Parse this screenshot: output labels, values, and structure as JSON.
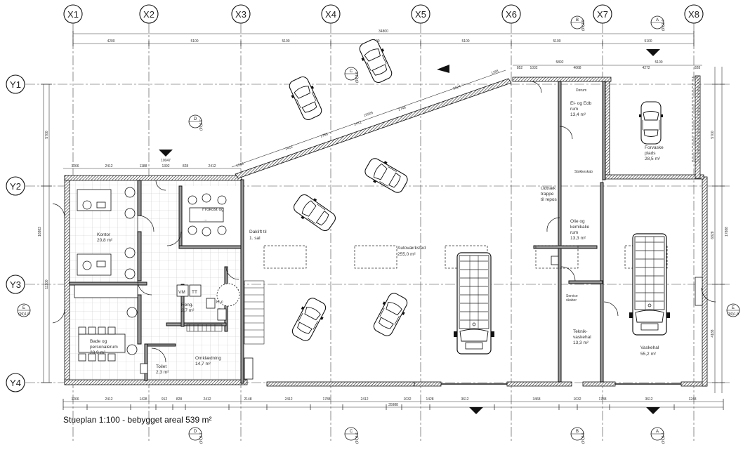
{
  "grid": {
    "x_labels": [
      "X1",
      "X2",
      "X3",
      "X4",
      "X5",
      "X6",
      "X7",
      "X8"
    ],
    "y_labels": [
      "Y1",
      "Y2",
      "Y3",
      "Y4"
    ]
  },
  "dimensions": {
    "top_total": "34800",
    "top_segments": [
      "4200",
      "5100",
      "5100",
      "5100",
      "5100",
      "5100",
      "5100"
    ],
    "bottom_total": "35988",
    "bottom_segments": [
      "1266",
      "2412",
      "1428",
      "912",
      "828",
      "2412",
      "2148",
      "2412",
      "1788",
      "2412",
      "1032",
      "1428",
      "3612",
      "3468",
      "1032",
      "1788",
      "3612",
      "1248"
    ],
    "left_total": "16883",
    "left_segments": [
      "5700",
      "11100"
    ],
    "right_total": "17888",
    "right_segments": [
      "5700",
      "6828",
      "4188"
    ],
    "upper_segments": [
      "1266",
      "2412",
      "1188",
      "1392",
      "828",
      "2412"
    ],
    "diag_segments": [
      "1248",
      "2412",
      "1788",
      "2412",
      "15905",
      "2748",
      "3624",
      "1188"
    ],
    "upper_right_segments": [
      "852",
      "1032",
      "5892",
      "4068",
      "4272",
      "5100",
      "828"
    ],
    "level_mark": "10047"
  },
  "rooms": {
    "kontor": {
      "name": "Kontor",
      "area": "20,8 m²"
    },
    "frokost": {
      "name": "Frokost og",
      "area": "..."
    },
    "daklift": {
      "name": "Daklift til",
      "sub": "1. sal"
    },
    "autov": {
      "name": "Autoværksted",
      "area": "255,0 m²"
    },
    "elrum": {
      "name": "El- og Edb",
      "sub": "rum",
      "area": "13,4 m²"
    },
    "forvask": {
      "name": "Forvaske",
      "sub": "plads",
      "area": "28,5 m²"
    },
    "udtraek": {
      "name": "Udtræk",
      "sub": "trappe",
      "sub2": "til repos"
    },
    "olie": {
      "name": "Olie og",
      "sub": "kemikalie",
      "sub2": "rum",
      "area": "13,3 m²"
    },
    "vm": "VM",
    "tt": "TT",
    "reng": {
      "name": "Reng.",
      "area": "2,7 m²"
    },
    "hc": {
      "name": "H.c",
      "area": "..."
    },
    "bade": {
      "name": "Bade og",
      "sub": "personalerum",
      "area": "28,9 m²"
    },
    "toilet": {
      "name": "Toilet",
      "area": "2,3 m²"
    },
    "omkl": {
      "name": "Omklædning",
      "area": "14,7 m²"
    },
    "teknik": {
      "name": "Teknik-",
      "sub": "vaskehal",
      "area": "13,3 m²"
    },
    "vaskehal": {
      "name": "Vaskehal",
      "area": "55,2 m²"
    },
    "service": {
      "name": "Service",
      "sub": "skaber"
    },
    "stok": "Stokkeskab",
    "door": "Dørum"
  },
  "sections": {
    "A": {
      "letter": "A",
      "ref": "(99)1.4"
    },
    "B": {
      "letter": "B",
      "ref": "(99)1.5"
    },
    "C": {
      "letter": "C",
      "ref": "(99)1.6"
    },
    "D": {
      "letter": "D",
      "ref": "(99)1.7"
    },
    "E": {
      "letter": "E",
      "ref": "(99)1.8"
    },
    "E2": {
      "letter": "E",
      "ref": "(99)1.8"
    }
  },
  "caption": "Stueplan 1:100 - bebygget areal 539 m²"
}
